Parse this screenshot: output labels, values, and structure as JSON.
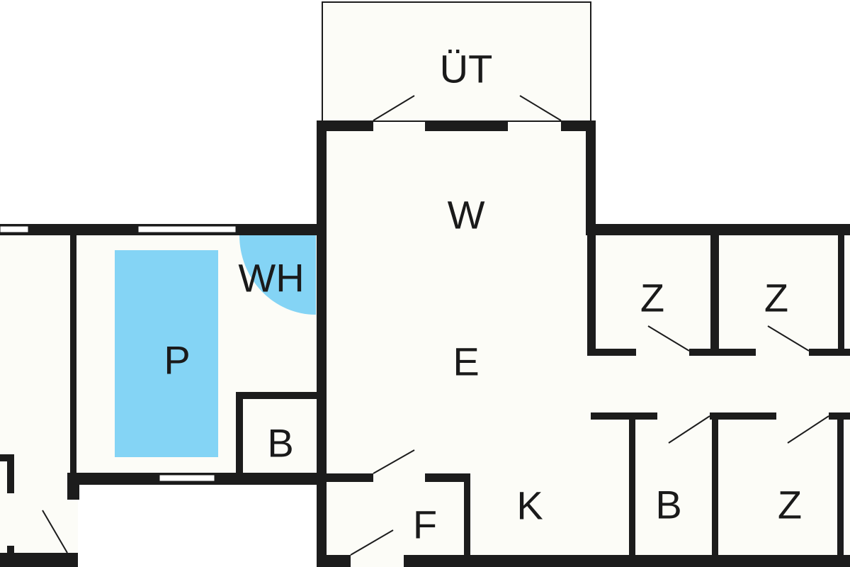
{
  "colors": {
    "wall": "#1c1c1c",
    "floor": "#fcfcf7",
    "pool": "#84d4f5"
  },
  "rooms": {
    "terrace": "ÜT",
    "living": "W",
    "whirlpool": "WH",
    "pool": "P",
    "bath_left": "B",
    "hall": "E",
    "utility": "F",
    "kitchen": "K",
    "bedroom_1": "Z",
    "bedroom_2": "Z",
    "bath_right": "B",
    "bedroom_3": "Z"
  }
}
